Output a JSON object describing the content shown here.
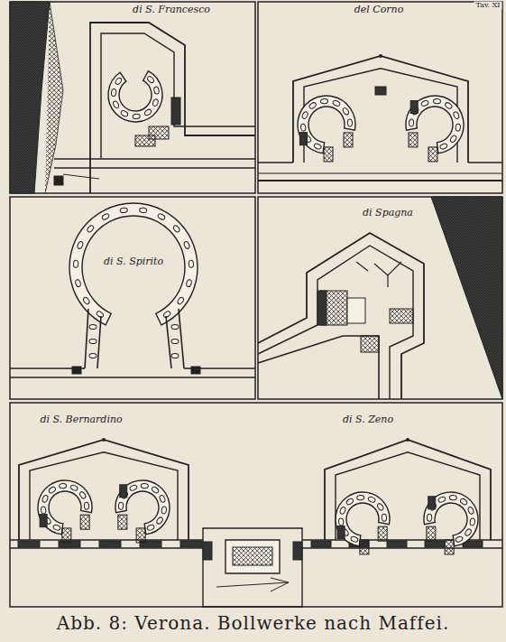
{
  "diagram": {
    "caption": "Abb. 8: Verona. Bollwerke nach Maffei.",
    "labels": [
      "Tav. XI",
      "di S. Francesco",
      "del Corno",
      "di S. Spirito",
      "di Spagna",
      "di S. Bernardino",
      "di S. Zeno"
    ]
  }
}
